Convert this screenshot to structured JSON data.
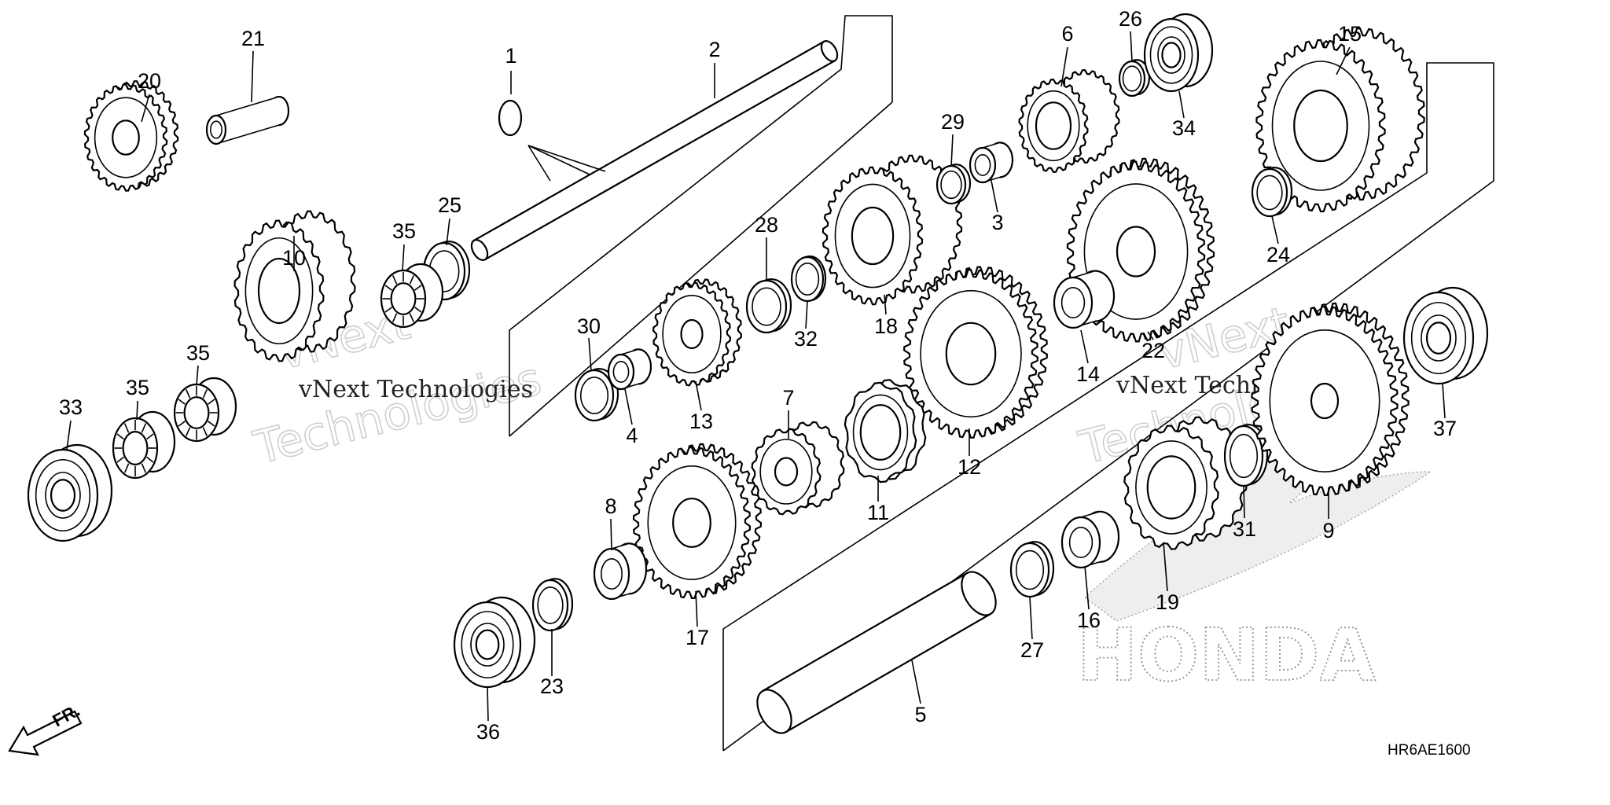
{
  "diagram": {
    "code": "HR6AE1600",
    "direction_label": "FR.",
    "watermark": [
      "vNext",
      "Technologies",
      "vNext Technologies"
    ],
    "logo_text": "HONDA",
    "callouts": [
      {
        "id": "c1",
        "label": "1"
      },
      {
        "id": "c2",
        "label": "2"
      },
      {
        "id": "c3",
        "label": "3"
      },
      {
        "id": "c4",
        "label": "4"
      },
      {
        "id": "c5",
        "label": "5"
      },
      {
        "id": "c6",
        "label": "6"
      },
      {
        "id": "c7",
        "label": "7"
      },
      {
        "id": "c8",
        "label": "8"
      },
      {
        "id": "c9",
        "label": "9"
      },
      {
        "id": "c10",
        "label": "10"
      },
      {
        "id": "c11",
        "label": "11"
      },
      {
        "id": "c12",
        "label": "12"
      },
      {
        "id": "c13",
        "label": "13"
      },
      {
        "id": "c14",
        "label": "14"
      },
      {
        "id": "c15",
        "label": "15"
      },
      {
        "id": "c16",
        "label": "16"
      },
      {
        "id": "c17",
        "label": "17"
      },
      {
        "id": "c18",
        "label": "18"
      },
      {
        "id": "c19",
        "label": "19"
      },
      {
        "id": "c20",
        "label": "20"
      },
      {
        "id": "c21",
        "label": "21"
      },
      {
        "id": "c22",
        "label": "22"
      },
      {
        "id": "c23",
        "label": "23"
      },
      {
        "id": "c24",
        "label": "24"
      },
      {
        "id": "c25",
        "label": "25"
      },
      {
        "id": "c26",
        "label": "26"
      },
      {
        "id": "c27",
        "label": "27"
      },
      {
        "id": "c28",
        "label": "28"
      },
      {
        "id": "c29",
        "label": "29"
      },
      {
        "id": "c30",
        "label": "30"
      },
      {
        "id": "c31",
        "label": "31"
      },
      {
        "id": "c32",
        "label": "32"
      },
      {
        "id": "c33",
        "label": "33"
      },
      {
        "id": "c34",
        "label": "34"
      },
      {
        "id": "c35a",
        "label": "35"
      },
      {
        "id": "c35b",
        "label": "35"
      },
      {
        "id": "c35c",
        "label": "35"
      },
      {
        "id": "c36",
        "label": "36"
      },
      {
        "id": "c37",
        "label": "37"
      }
    ]
  }
}
